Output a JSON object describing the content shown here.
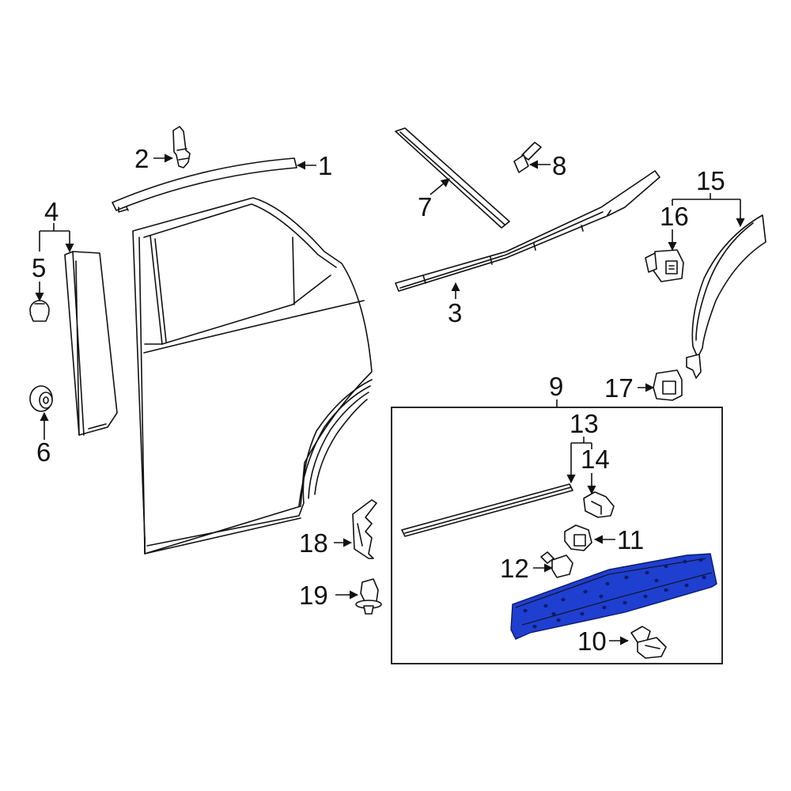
{
  "labels": {
    "c1": "1",
    "c2": "2",
    "c3": "3",
    "c4": "4",
    "c5": "5",
    "c6": "6",
    "c7": "7",
    "c8": "8",
    "c9": "9",
    "c10": "10",
    "c11": "11",
    "c12": "12",
    "c13": "13",
    "c14": "14",
    "c15": "15",
    "c16": "16",
    "c17": "17",
    "c18": "18",
    "c19": "19"
  },
  "colors": {
    "highlight": "#1f3fd0",
    "highlight_dark": "#0b1b6a",
    "line": "#111111",
    "background": "#ffffff"
  },
  "highlighted_part": "c10-panel"
}
